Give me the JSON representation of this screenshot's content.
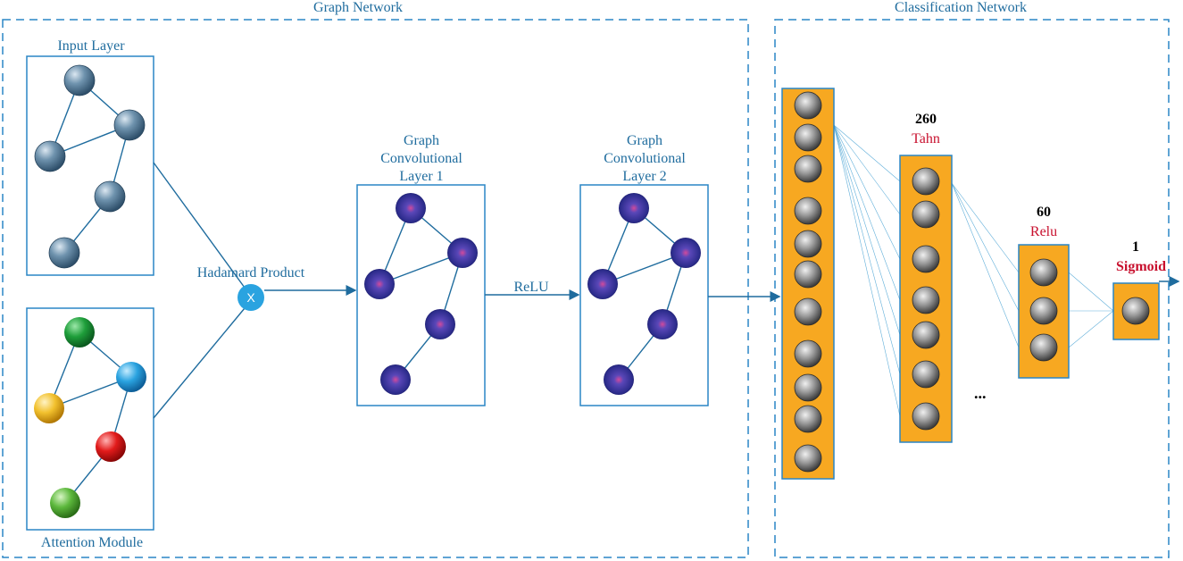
{
  "graph_network": {
    "title": "Graph Network"
  },
  "classification_network": {
    "title": "Classification Network"
  },
  "input_layer": {
    "label": "Input Layer"
  },
  "attention_module": {
    "label": "Attention Module"
  },
  "hadamard": {
    "label": "Hadamard Product",
    "symbol": "X"
  },
  "gcl1": {
    "line1": "Graph",
    "line2": "Convolutional",
    "line3": "Layer 1"
  },
  "gcl2": {
    "line1": "Graph",
    "line2": "Convolutional",
    "line3": "Layer 2"
  },
  "relu_arrow": {
    "label": "ReLU"
  },
  "layers": {
    "l1": {
      "count": "260",
      "activation": "Tahn"
    },
    "l2": {
      "count": "60",
      "activation": "Relu"
    },
    "l3": {
      "count": "1",
      "activation": "Sigmoid"
    },
    "ellipsis": "..."
  },
  "colors": {
    "accent": "#2a86c5",
    "box_fill": "#f7a821",
    "activation_text": "#c8102e",
    "attention_nodes": [
      "#1e9e3a",
      "#2aa3e0",
      "#f2c12e",
      "#e21b1b",
      "#5cb83c"
    ]
  }
}
